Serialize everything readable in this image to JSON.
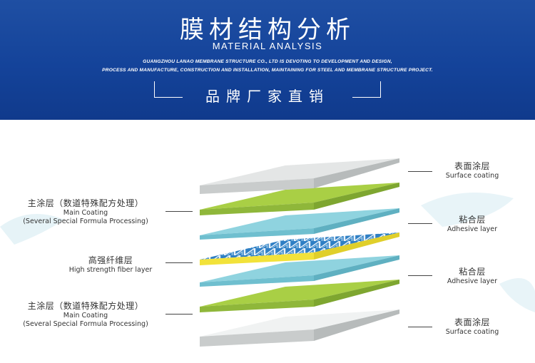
{
  "header": {
    "title_cn": "膜材结构分析",
    "title_en": "MATERIAL ANALYSIS",
    "company_line1": "GUANGZHOU LANAO MEMBRANE STRUCTURE CO., LTD IS DEVOTING TO DEVELOPMENT AND DESIGN,",
    "company_line2": "PROCESS AND MANUFACTURE, CONSTRUCTION AND INSTALLATION, MAINTAINING FOR STEEL AND MEMBRANE STRUCTURE PROJECT.",
    "slogan": "品牌厂家直销"
  },
  "colors": {
    "header_blue": "#14439a",
    "surface_gray": "#e4e6e6",
    "coating_green": "#a9cf45",
    "adhesive_blue": "#8fd3df",
    "fiber_yellow": "#f2e23a",
    "fiber_blue": "#2f7fc4"
  },
  "labels": {
    "left": [
      {
        "cn": "主涂层（数道特殊配方处理）",
        "en1": "Main Coating",
        "en2": "(Several Special Formula Processing)"
      },
      {
        "cn": "高强纤维层",
        "en1": "High strength fiber layer",
        "en2": ""
      },
      {
        "cn": "主涂层（数道特殊配方处理）",
        "en1": "Main Coating",
        "en2": "(Several Special Formula Processing)"
      }
    ],
    "right": [
      {
        "cn": "表面涂层",
        "en": "Surface coating"
      },
      {
        "cn": "粘合层",
        "en": "Adhesive layer"
      },
      {
        "cn": "粘合层",
        "en": "Adhesive layer"
      },
      {
        "cn": "表面涂层",
        "en": "Surface coating"
      }
    ]
  },
  "layers": [
    "Surface coating",
    "Main Coating",
    "Adhesive layer",
    "High strength fiber layer",
    "Adhesive layer",
    "Main Coating",
    "Surface coating"
  ]
}
